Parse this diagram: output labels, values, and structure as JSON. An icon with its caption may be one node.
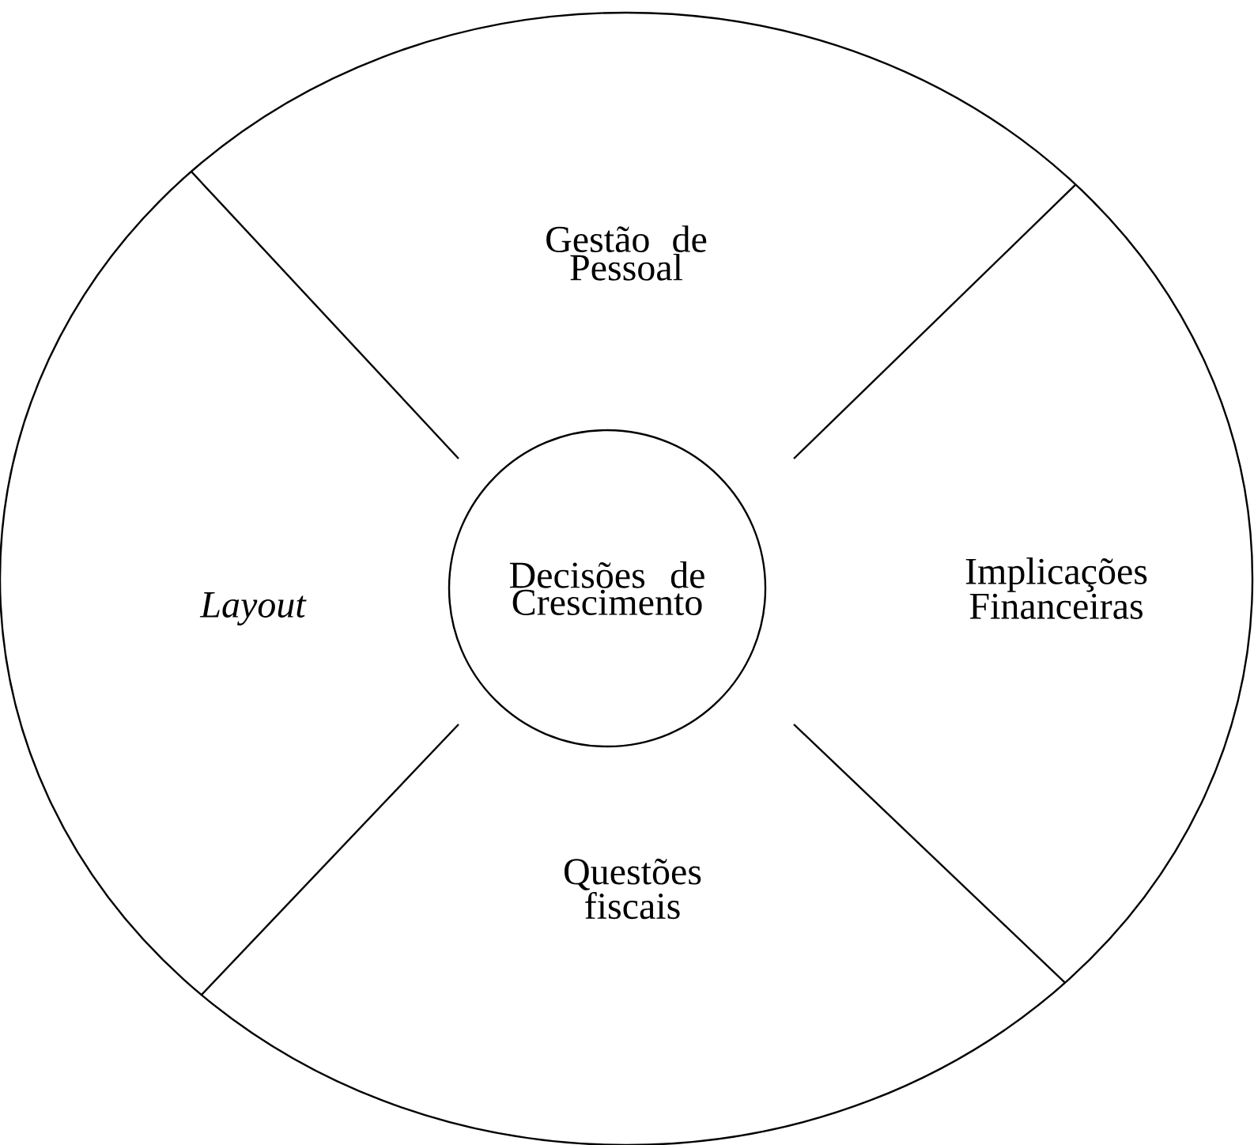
{
  "diagram": {
    "nodes": [
      {
        "text": [],
        "shape": "circle"
      },
      {
        "text": [
          "Gestão de Pessoal"
        ],
        "in": 0
      },
      {
        "text": [
          "Layout"
        ],
        "in": 0
      },
      {
        "text": [
          "Decisões de Crescimento"
        ],
        "in": 0
      },
      {
        "text": [
          "Implicações Financeiras"
        ],
        "in": 0
      },
      {
        "text": [
          "Questões fiscais"
        ],
        "in": 0
      }
    ]
  }
}
